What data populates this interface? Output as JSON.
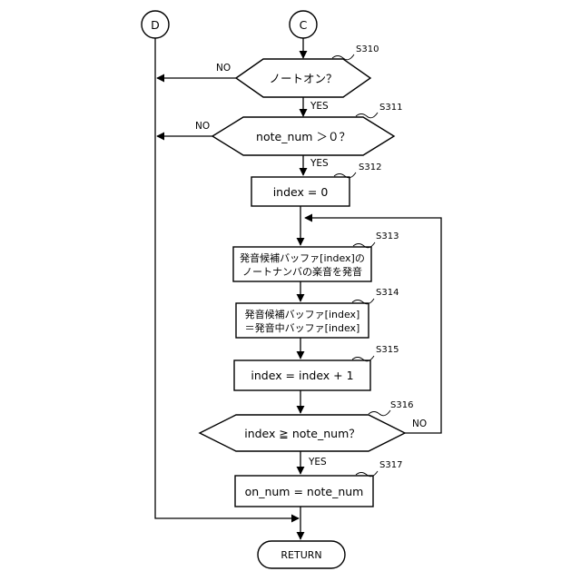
{
  "connectors": {
    "d": "D",
    "c": "C"
  },
  "nodes": {
    "s310": {
      "step": "S310",
      "text": "ノートオン？"
    },
    "s311": {
      "step": "S311",
      "text": "note_num ＞０？"
    },
    "s312": {
      "step": "S312",
      "text": "index = 0"
    },
    "s313": {
      "step": "S313",
      "line1": "発音候補バッファ[index]の",
      "line2": "ノートナンバの楽音を発音"
    },
    "s314": {
      "step": "S314",
      "line1": "発音候補バッファ[index]",
      "line2": "＝発音中バッファ[index]"
    },
    "s315": {
      "step": "S315",
      "text": "index = index + 1"
    },
    "s316": {
      "step": "S316",
      "text": "index ≧ note_num？"
    },
    "s317": {
      "step": "S317",
      "text": "on_num = note_num"
    },
    "end": {
      "text": "RETURN"
    }
  },
  "edges": {
    "yes": "YES",
    "no": "NO"
  }
}
